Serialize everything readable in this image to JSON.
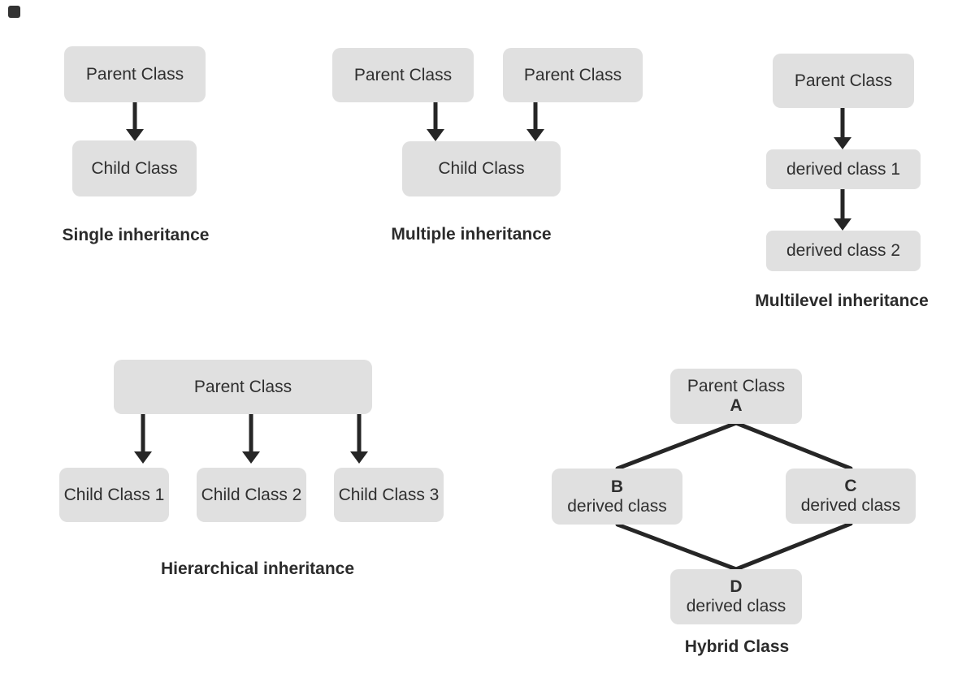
{
  "colors": {
    "background": "#ffffff",
    "box_fill": "#e0e0e0",
    "box_text": "#2f2f2f",
    "connector": "#262626",
    "title_text": "#2b2b2b",
    "corner_marker": "#333333"
  },
  "diagrams": {
    "single": {
      "title": "Single inheritance",
      "parent": "Parent Class",
      "child": "Child Class"
    },
    "multiple": {
      "title": "Multiple inheritance",
      "parent1": "Parent Class",
      "parent2": "Parent Class",
      "child": "Child Class"
    },
    "multilevel": {
      "title": "Multilevel inheritance",
      "parent": "Parent Class",
      "derived1": "derived class 1",
      "derived2": "derived class 2"
    },
    "hierarchical": {
      "title": "Hierarchical inheritance",
      "parent": "Parent Class",
      "child1": "Child Class 1",
      "child2": "Child Class 2",
      "child3": "Child Class 3"
    },
    "hybrid": {
      "title": "Hybrid Class",
      "parent_label": "Parent Class",
      "parent_id": "A",
      "left_id": "B",
      "left_label": "derived class",
      "right_id": "C",
      "right_label": "derived class",
      "bottom_id": "D",
      "bottom_label": "derived class"
    }
  }
}
